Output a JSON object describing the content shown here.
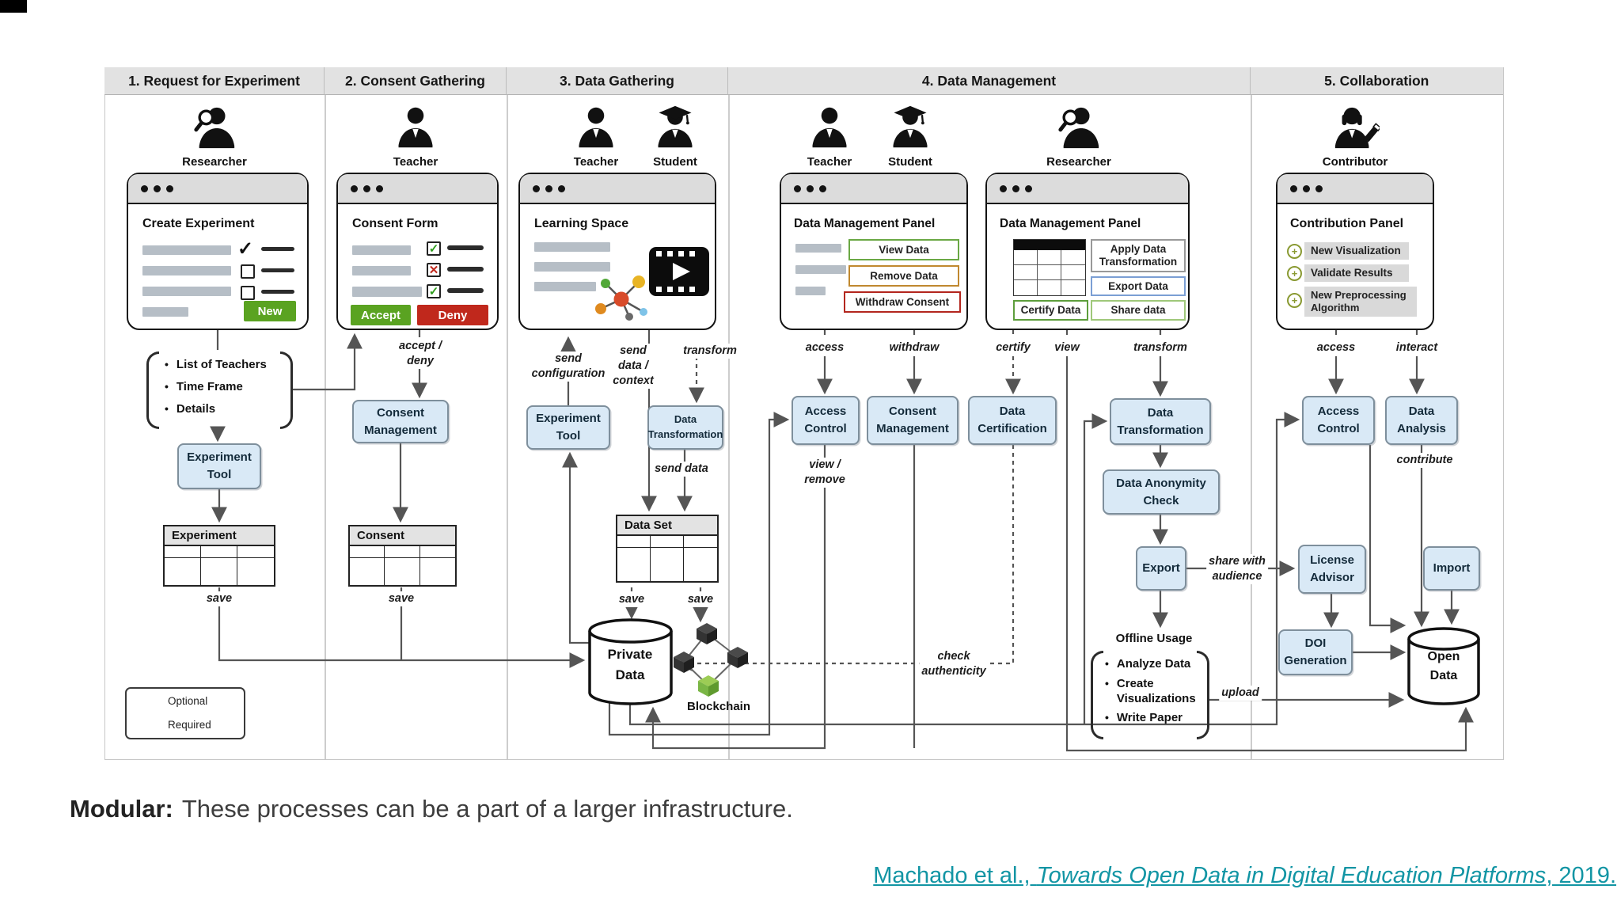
{
  "columns": [
    {
      "title": "1. Request for Experiment"
    },
    {
      "title": "2. Consent Gathering"
    },
    {
      "title": "3. Data Gathering"
    },
    {
      "title": "4. Data Management"
    },
    {
      "title": "5. Collaboration"
    }
  ],
  "actors": {
    "researcher": "Researcher",
    "teacher": "Teacher",
    "student": "Student",
    "contributor": "Contributor"
  },
  "panels": {
    "create_experiment": {
      "title": "Create Experiment",
      "new_button": "New"
    },
    "consent_form": {
      "title": "Consent Form",
      "accept": "Accept",
      "deny": "Deny"
    },
    "learning_space": {
      "title": "Learning Space"
    },
    "dm_panel_users": {
      "title": "Data Management Panel",
      "buttons": [
        "View Data",
        "Remove Data",
        "Withdraw Consent"
      ]
    },
    "dm_panel_researcher": {
      "title": "Data Management Panel",
      "buttons": [
        "Apply Data Transformation",
        "Export Data",
        "Certify Data",
        "Share data"
      ]
    },
    "contribution": {
      "title": "Contribution Panel",
      "items": [
        "New Visualization",
        "Validate Results",
        "New Preprocessing Algorithm"
      ]
    }
  },
  "request_details": {
    "items": [
      "List of Teachers",
      "Time Frame",
      "Details"
    ]
  },
  "boxes": {
    "experiment_tool": "Experiment\nTool",
    "consent_management": "Consent\nManagement",
    "data_transformation": "Data\nTransformation",
    "access_control": "Access\nControl",
    "data_certification": "Data\nCertification",
    "data_anonymity_check": "Data Anonymity\nCheck",
    "export": "Export",
    "license_advisor": "License\nAdvisor",
    "doi_generation": "DOI\nGeneration",
    "import": "Import",
    "data_analysis": "Data\nAnalysis"
  },
  "tables": {
    "experiment": "Experiment",
    "consent": "Consent",
    "data_set": "Data Set"
  },
  "datastores": {
    "private_data": "Private\nData",
    "open_data": "Open\nData",
    "blockchain": "Blockchain"
  },
  "offline_usage": {
    "title": "Offline Usage",
    "items": [
      "Analyze Data",
      "Create Visualizations",
      "Write Paper"
    ]
  },
  "flow_labels": {
    "save": "save",
    "accept_deny": "accept /\ndeny",
    "send_configuration": "send\nconfiguration",
    "send_data_context": "send\ndata /\ncontext",
    "transform": "transform",
    "send_data": "send data",
    "access": "access",
    "withdraw": "withdraw",
    "certify": "certify",
    "view": "view",
    "view_remove": "view /\nremove",
    "share_with_audience": "share with\naudience",
    "check_authenticity": "check\nauthenticity",
    "upload": "upload",
    "interact": "interact",
    "contribute": "contribute"
  },
  "legend": {
    "optional": "Optional",
    "required": "Required"
  },
  "footer": {
    "modular_label": "Modular:",
    "modular_text": "These processes can be a part of a larger infrastructure.",
    "citation_prefix": "Machado et al., ",
    "citation_italic": "Towards Open Data in Digital Education Platforms",
    "citation_suffix": ", 2019."
  },
  "colors": {
    "accent_link": "#1295a4",
    "box_fill": "#d9e9f6",
    "box_border": "#7e8f9c",
    "accept_green": "#5aa321",
    "deny_red": "#c0281c",
    "view_border": "#6aa844",
    "remove_border": "#c0882f",
    "withdraw_border": "#b3261e",
    "export_border": "#7b9fd4",
    "share_border": "#9fc87a",
    "certify_border": "#5d9e3c",
    "header_bg": "#e2e2e2"
  }
}
